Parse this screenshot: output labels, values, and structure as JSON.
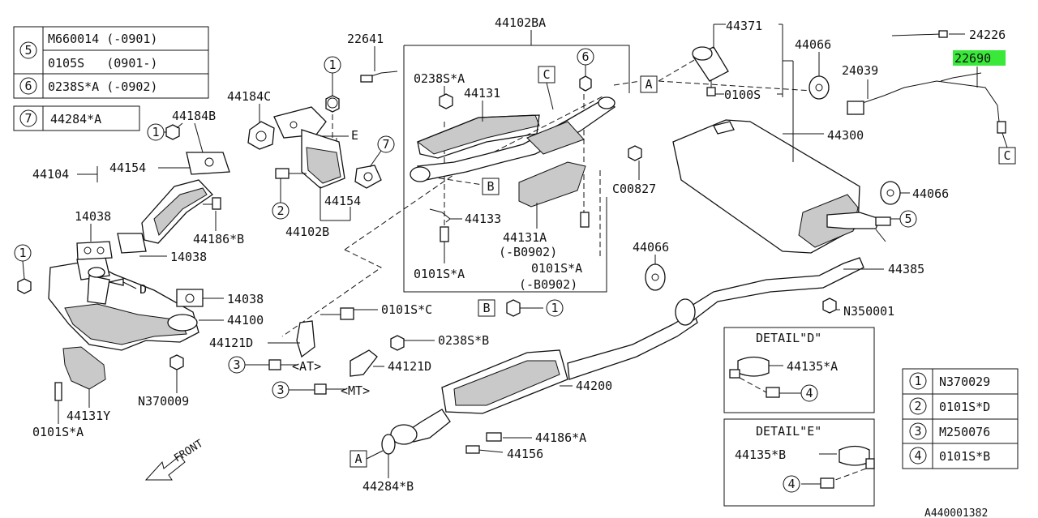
{
  "callouts": {
    "p44102BA": "44102BA",
    "p22641": "22641",
    "p44371": "44371",
    "p44066a": "44066",
    "p24226": "24226",
    "p22690": "22690",
    "p24039": "24039",
    "p0238SA": "0238S*A",
    "p44131": "44131",
    "p44184C": "44184C",
    "p44184B": "44184B",
    "p0100S": "0100S",
    "p44300": "44300",
    "pE": "E",
    "p44104": "44104",
    "p44154a": "44154",
    "p44154b": "44154",
    "pC00827": "C00827",
    "p44066b": "44066",
    "p14038a": "14038",
    "p44102B": "44102B",
    "p44133": "44133",
    "p44186B": "44186*B",
    "p14038b": "14038",
    "p44131A": "44131A",
    "p44131A_sub": "(-B0902)",
    "p44066c": "44066",
    "p0101SA_mid": "0101S*A",
    "p0101SA_mid2": "0101S*A",
    "p0101SA_mid2_sub": "(-B0902)",
    "p44385": "44385",
    "pD": "D",
    "p14038c": "14038",
    "pN350001": "N350001",
    "p44100": "44100",
    "p0101SC": "0101S*C",
    "p44121D": "44121D",
    "p0238SB": "0238S*B",
    "p44121D_b": "44121D",
    "pAT": "<AT>",
    "pMT": "<MT>",
    "p44200": "44200",
    "pN370009": "N370009",
    "p44131Y": "44131Y",
    "p0101SA_left": "0101S*A",
    "p44186A": "44186*A",
    "p44156": "44156",
    "p44284B": "44284*B",
    "front": "FRONT",
    "code": "A440001382"
  },
  "letters": {
    "A": "A",
    "B": "B",
    "C": "C",
    "D": "D",
    "E": "E"
  },
  "nums": {
    "n1": "1",
    "n2": "2",
    "n3": "3",
    "n4": "4",
    "n5": "5",
    "n6": "6",
    "n7": "7"
  },
  "detail_d": {
    "title": "DETAIL\"D\"",
    "label": "44135*A"
  },
  "detail_e": {
    "title": "DETAIL\"E\"",
    "label": "44135*B"
  },
  "table_top": {
    "row5a": "M660014 (-0901)",
    "row5b": "0105S   (0901-)",
    "row6": "0238S*A (-0902)",
    "row7": "44284*A"
  },
  "table_right": {
    "r1": "N370029",
    "r2": "0101S*D",
    "r3": "M250076",
    "r4": "0101S*B"
  },
  "colors": {
    "highlight": "#39e839",
    "ink": "#111111",
    "shade": "#c9c9c9"
  }
}
